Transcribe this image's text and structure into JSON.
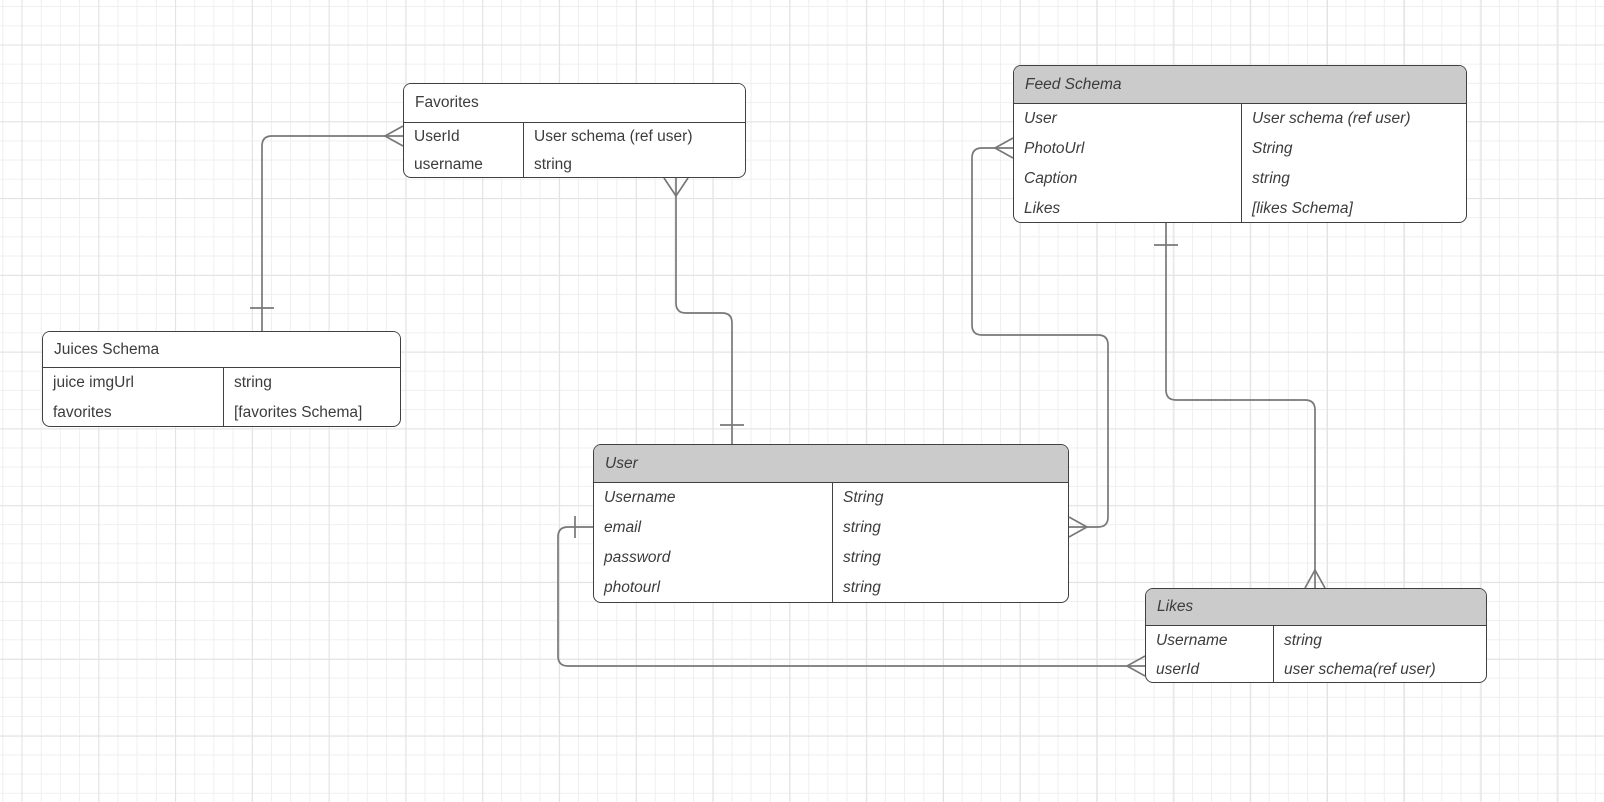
{
  "diagram": {
    "type": "entity-relationship",
    "background": "#ffffff",
    "grid_minor_color": "#efefef",
    "grid_major_color": "#e2e2e2",
    "entity_border_color": "#404040",
    "entity_header_shaded_color": "#cbcbcb",
    "connector_color": "#787878",
    "notation": "crows-foot"
  },
  "entities": [
    {
      "id": "favorites",
      "title": "Favorites",
      "header_style": "plain",
      "fields": [
        [
          "UserId",
          "User schema (ref user)"
        ],
        [
          "username",
          "string"
        ]
      ]
    },
    {
      "id": "juices-schema",
      "title": "Juices Schema",
      "header_style": "plain",
      "fields": [
        [
          "juice imgUrl",
          "string"
        ],
        [
          "favorites",
          "[favorites Schema]"
        ]
      ]
    },
    {
      "id": "feed-schema",
      "title": "Feed Schema",
      "header_style": "shaded",
      "fields": [
        [
          "User",
          "User schema (ref user)"
        ],
        [
          "PhotoUrl",
          "String"
        ],
        [
          "Caption",
          "string"
        ],
        [
          "Likes",
          "[likes Schema]"
        ]
      ]
    },
    {
      "id": "user",
      "title": "User",
      "header_style": "shaded",
      "fields": [
        [
          "Username",
          "String"
        ],
        [
          "email",
          "string"
        ],
        [
          "password",
          "string"
        ],
        [
          "photourl",
          "string"
        ]
      ]
    },
    {
      "id": "likes",
      "title": "Likes",
      "header_style": "shaded",
      "fields": [
        [
          "Username",
          "string"
        ],
        [
          "userId",
          "user schema(ref user)"
        ]
      ]
    }
  ],
  "relationships": [
    {
      "from": "Juices Schema",
      "from_cardinality": "one",
      "to": "Favorites",
      "to_cardinality": "many",
      "to_field": "UserId"
    },
    {
      "from": "User",
      "from_cardinality": "one",
      "to": "Favorites",
      "to_cardinality": "many"
    },
    {
      "from": "User",
      "from_cardinality": "many",
      "to": "Feed Schema",
      "to_cardinality": "many",
      "to_field": "User"
    },
    {
      "from": "Feed Schema",
      "from_cardinality": "one",
      "to": "Likes",
      "to_cardinality": "many",
      "from_field": "Likes"
    },
    {
      "from": "User",
      "from_cardinality": "one",
      "to": "Likes",
      "to_cardinality": "many",
      "to_field": "userId"
    }
  ]
}
